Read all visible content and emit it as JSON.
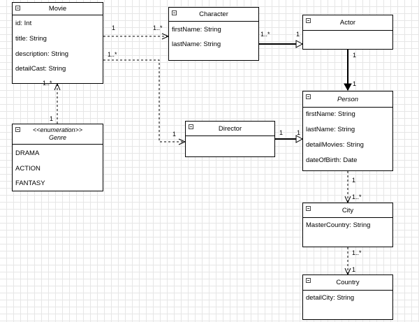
{
  "classes": {
    "movie": {
      "name": "Movie",
      "attributes": [
        "id: Int",
        "title: String",
        "description: String",
        "detailCast: String"
      ]
    },
    "character": {
      "name": "Character",
      "attributes": [
        "firstName: String",
        "lastName: String"
      ]
    },
    "actor": {
      "name": "Actor",
      "attributes": []
    },
    "person": {
      "name": "Person",
      "attributes": [
        "firstName: String",
        "lastName: String",
        "detailMovies: String",
        "dateOfBirth: Date"
      ]
    },
    "genre": {
      "stereotype": "<<enumeration>>",
      "name": "Genre",
      "literals": [
        "DRAMA",
        "ACTION",
        "FANTASY"
      ]
    },
    "director": {
      "name": "Director",
      "attributes": []
    },
    "city": {
      "name": "City",
      "attributes": [
        "MasterCountry: String"
      ]
    },
    "country": {
      "name": "Country",
      "attributes": [
        "detailCity: String"
      ]
    }
  },
  "multiplicities": {
    "movie_character_src": "1",
    "movie_character_dst": "1..*",
    "character_actor_src": "1..*",
    "character_actor_dst": "1",
    "actor_person_src": "1",
    "actor_person_dst": "1",
    "movie_director_src": "1..*",
    "movie_director_dst": "1",
    "director_person_src": "1",
    "director_person_dst": "1",
    "genre_movie_src": "1",
    "genre_movie_dst": "1..*",
    "person_city_src": "1",
    "person_city_dst": "1..*",
    "city_country_src": "1..*",
    "city_country_dst": "1"
  },
  "colors": {
    "line": "#000000",
    "grid": "#e6e6e6",
    "background": "#ffffff"
  }
}
